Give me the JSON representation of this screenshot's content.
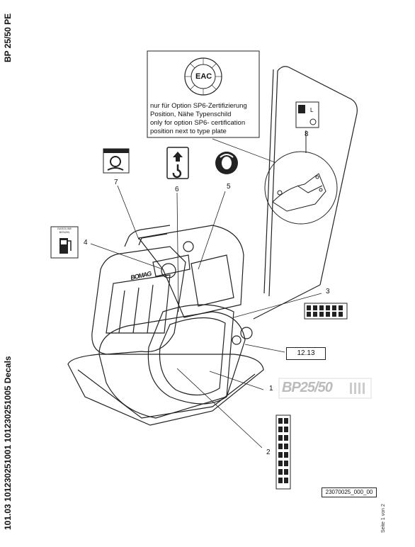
{
  "header": {
    "model": "BP 25/50 PE",
    "codes": "101.03 101230251001 101230251005 Decals",
    "page_note": "Seite 1 von 2"
  },
  "certification": {
    "mark": "EAC",
    "lines": [
      "nur für Option SP6-Zertifizierung",
      "Position, Nähe Typenschild",
      "only for option SP6- certification",
      "position next to type plate"
    ]
  },
  "callouts": {
    "n1": "1",
    "n2": "2",
    "n3": "3",
    "n4": "4",
    "n5": "5",
    "n6": "6",
    "n7": "7",
    "n8": "8"
  },
  "fuel_decal": {
    "line1": "GASOLINE",
    "line2": "BENZIN"
  },
  "ref_box": "12.13",
  "doc_id": "23070025_000_00",
  "machine_brand": "BOMAG",
  "type_decal": "BP25/50"
}
